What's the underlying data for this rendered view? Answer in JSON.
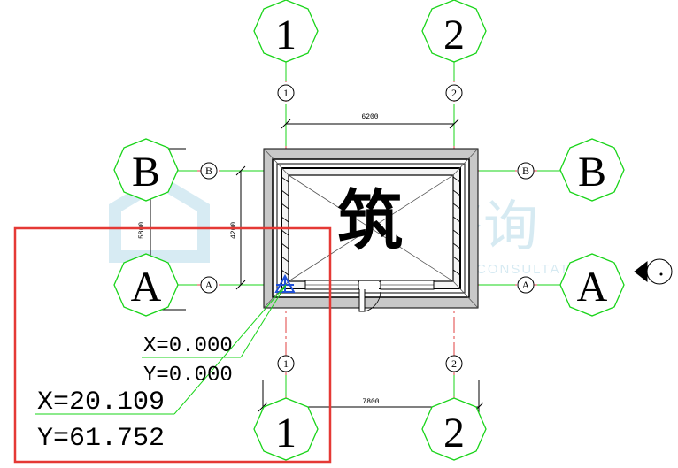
{
  "grid_axes": {
    "axis_1_top": "1",
    "axis_2_top": "2",
    "axis_1_bottom": "1",
    "axis_2_bottom": "2",
    "axis_1_small_top": "1",
    "axis_2_small_top": "2",
    "axis_1_small_bottom": "1",
    "axis_2_small_bottom": "2",
    "axis_B_left": "B",
    "axis_A_left": "A",
    "axis_B_right": "B",
    "axis_A_right": "A",
    "axis_B_small_left": "B",
    "axis_A_small_left": "A",
    "axis_B_small_right": "B",
    "axis_A_small_right": "A"
  },
  "dimensions": {
    "top_span": "6200",
    "bottom_span": "7800",
    "left_outer": "5800",
    "left_inner": "4200"
  },
  "room": {
    "stamp": "筑"
  },
  "coordinates": {
    "origin_x": "X=0.000",
    "origin_y": "Y=0.000",
    "cursor_x": "X=20.109",
    "cursor_y": "Y=61.752"
  },
  "watermark": {
    "brand_cn": "广筑咨询",
    "brand_en": "GUANGZHU CONSULTATION"
  },
  "colors": {
    "grid_bubble": "#19d419",
    "axis_line": "#e04040",
    "wall": "#000000",
    "slab": "#c8c8c8",
    "highlight_box": "#e53935",
    "origin_marker": "#1f4fd6"
  }
}
